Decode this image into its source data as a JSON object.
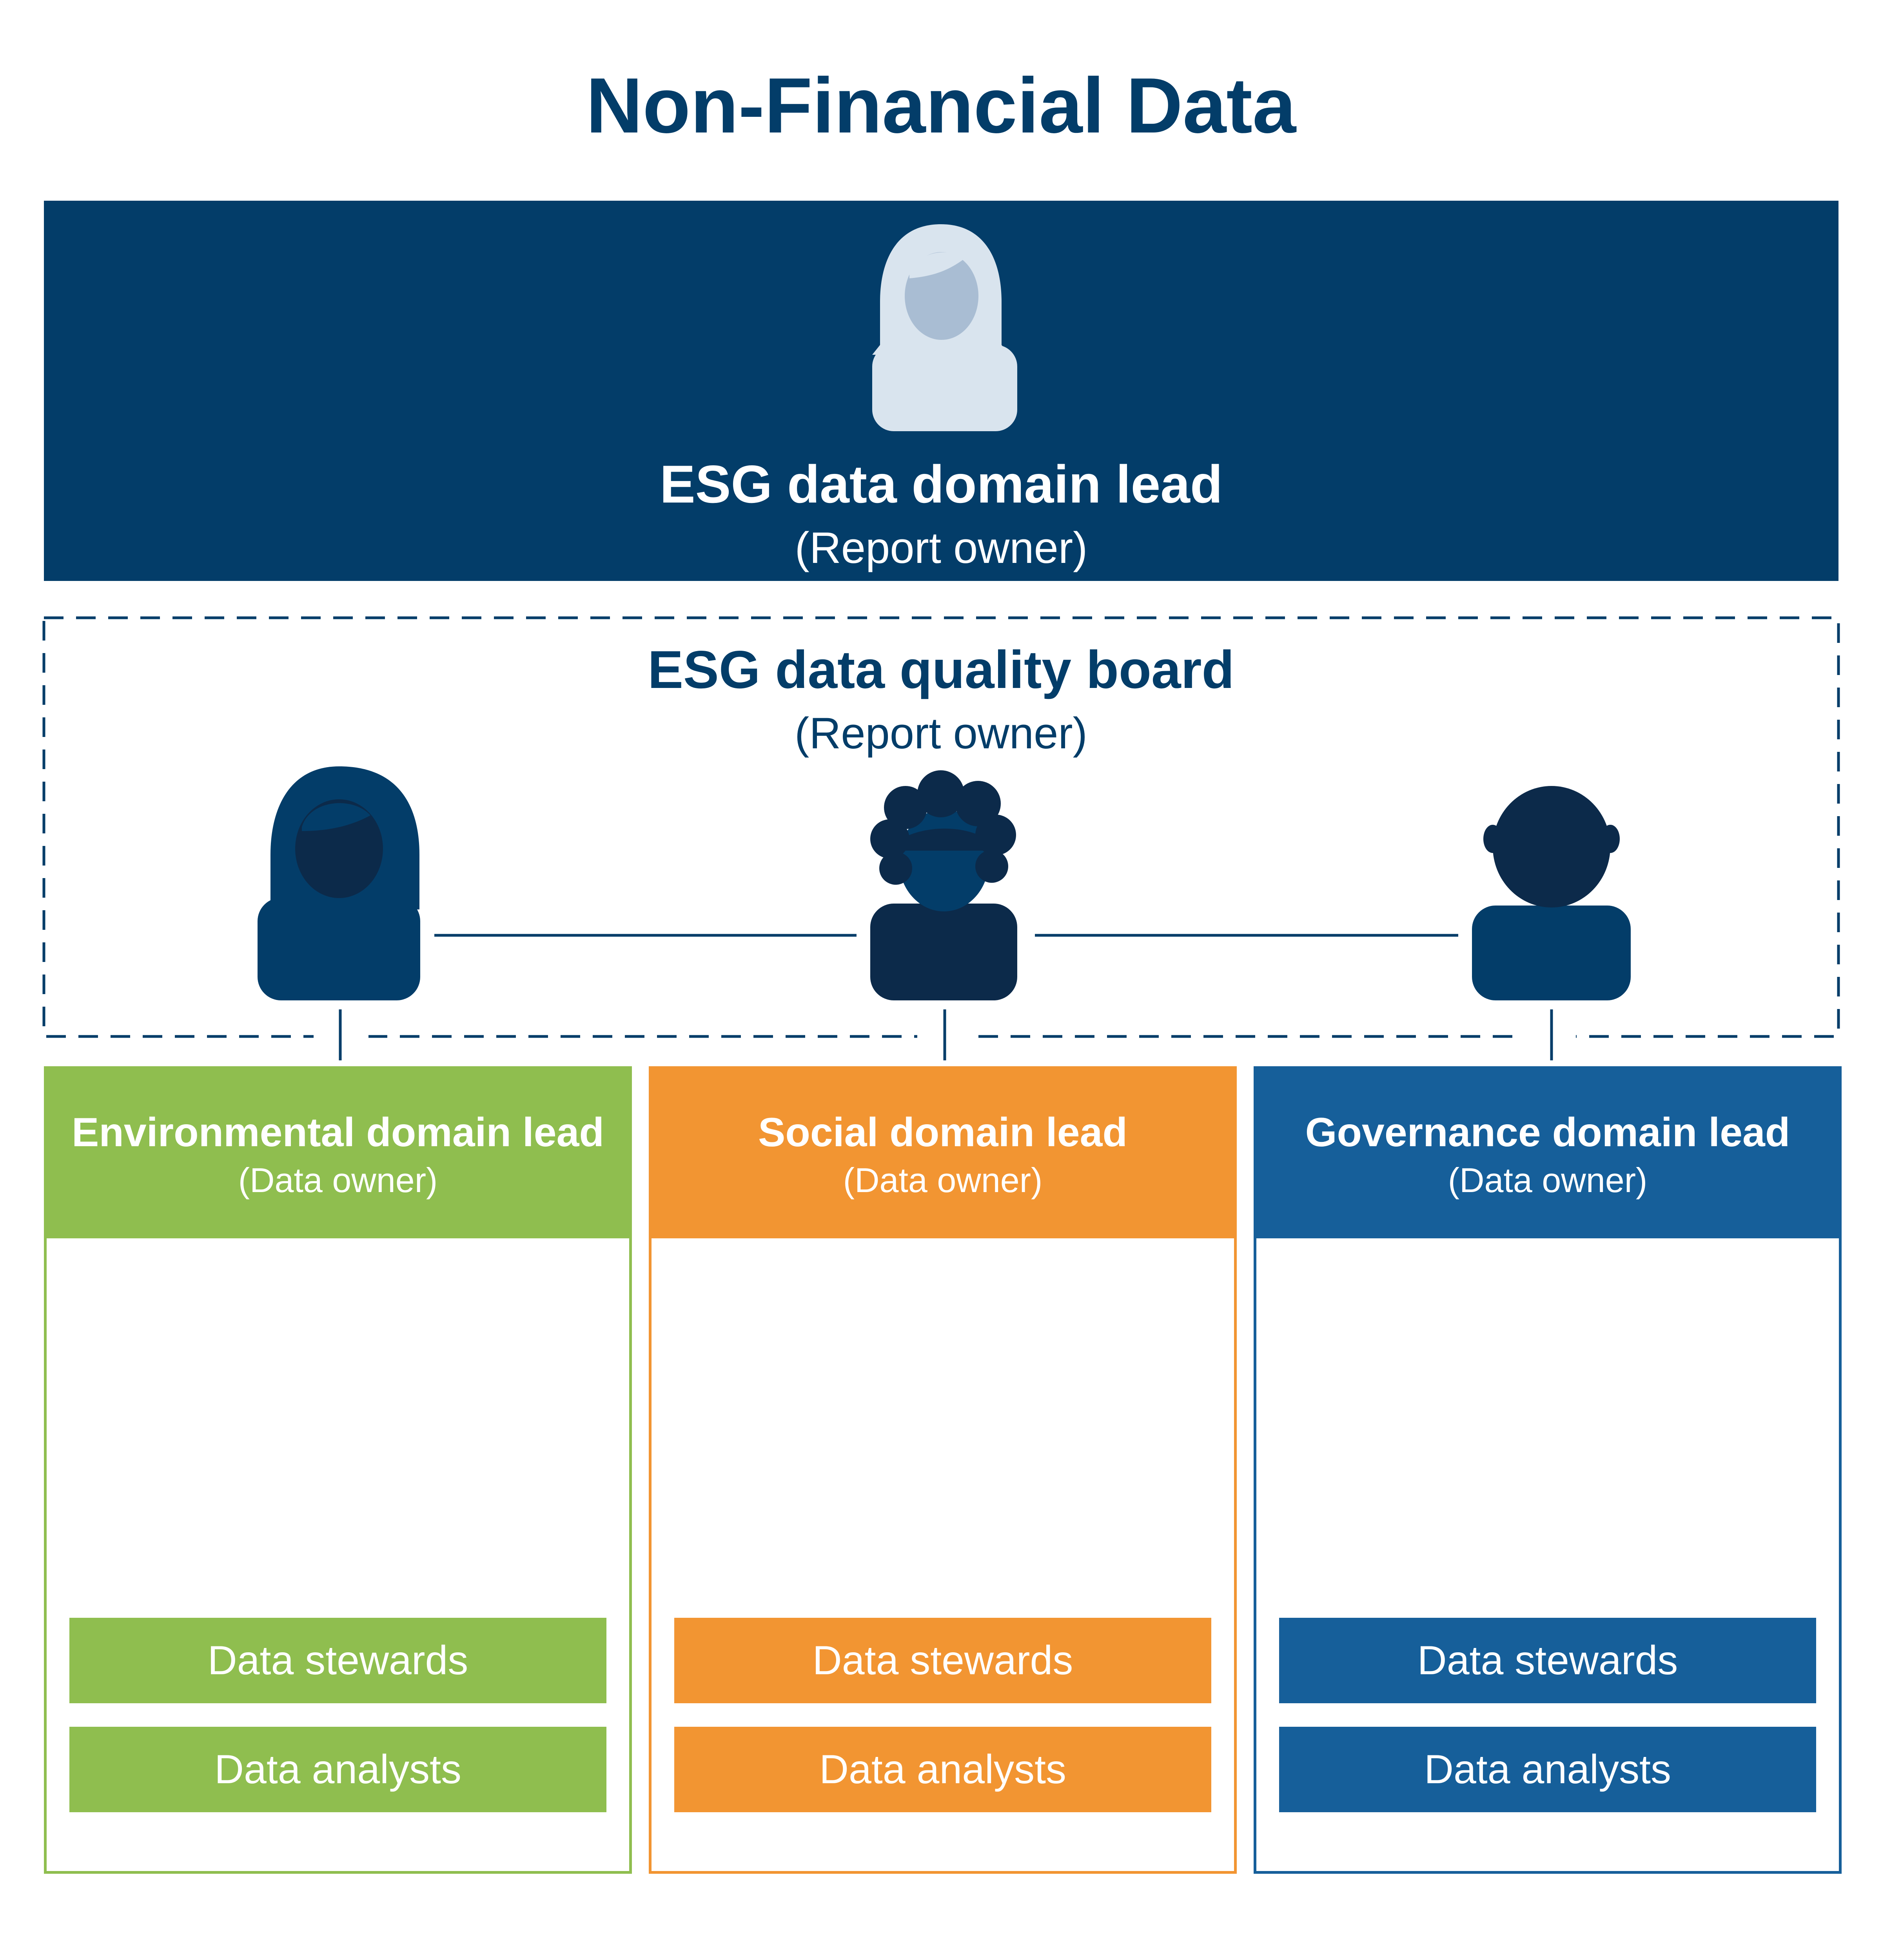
{
  "title": "Non-Financial Data",
  "lead": {
    "title": "ESG data domain lead",
    "subtitle": "(Report owner)"
  },
  "board": {
    "title": "ESG data quality board",
    "subtitle": "(Report owner)"
  },
  "domains": [
    {
      "title": "Environmental domain lead",
      "subtitle": "(Data owner)",
      "roles": [
        "Data stewards",
        "Data analysts"
      ],
      "color": "#8fbe4f"
    },
    {
      "title": "Social domain lead",
      "subtitle": "(Data owner)",
      "roles": [
        "Data stewards",
        "Data analysts"
      ],
      "color": "#f29532"
    },
    {
      "title": "Governance domain lead",
      "subtitle": "(Data owner)",
      "roles": [
        "Data stewards",
        "Data analysts"
      ],
      "color": "#165f9a"
    }
  ],
  "colors": {
    "navy": "#033d69",
    "dark_navy": "#0c2a4a",
    "green": "#8fbe4f",
    "dark_green": "#1f7035",
    "orange": "#f29532",
    "yellow": "#f2b42a",
    "blue": "#165f9a",
    "light_person": "#d9e4ee",
    "light_face": "#a9bdd3"
  }
}
